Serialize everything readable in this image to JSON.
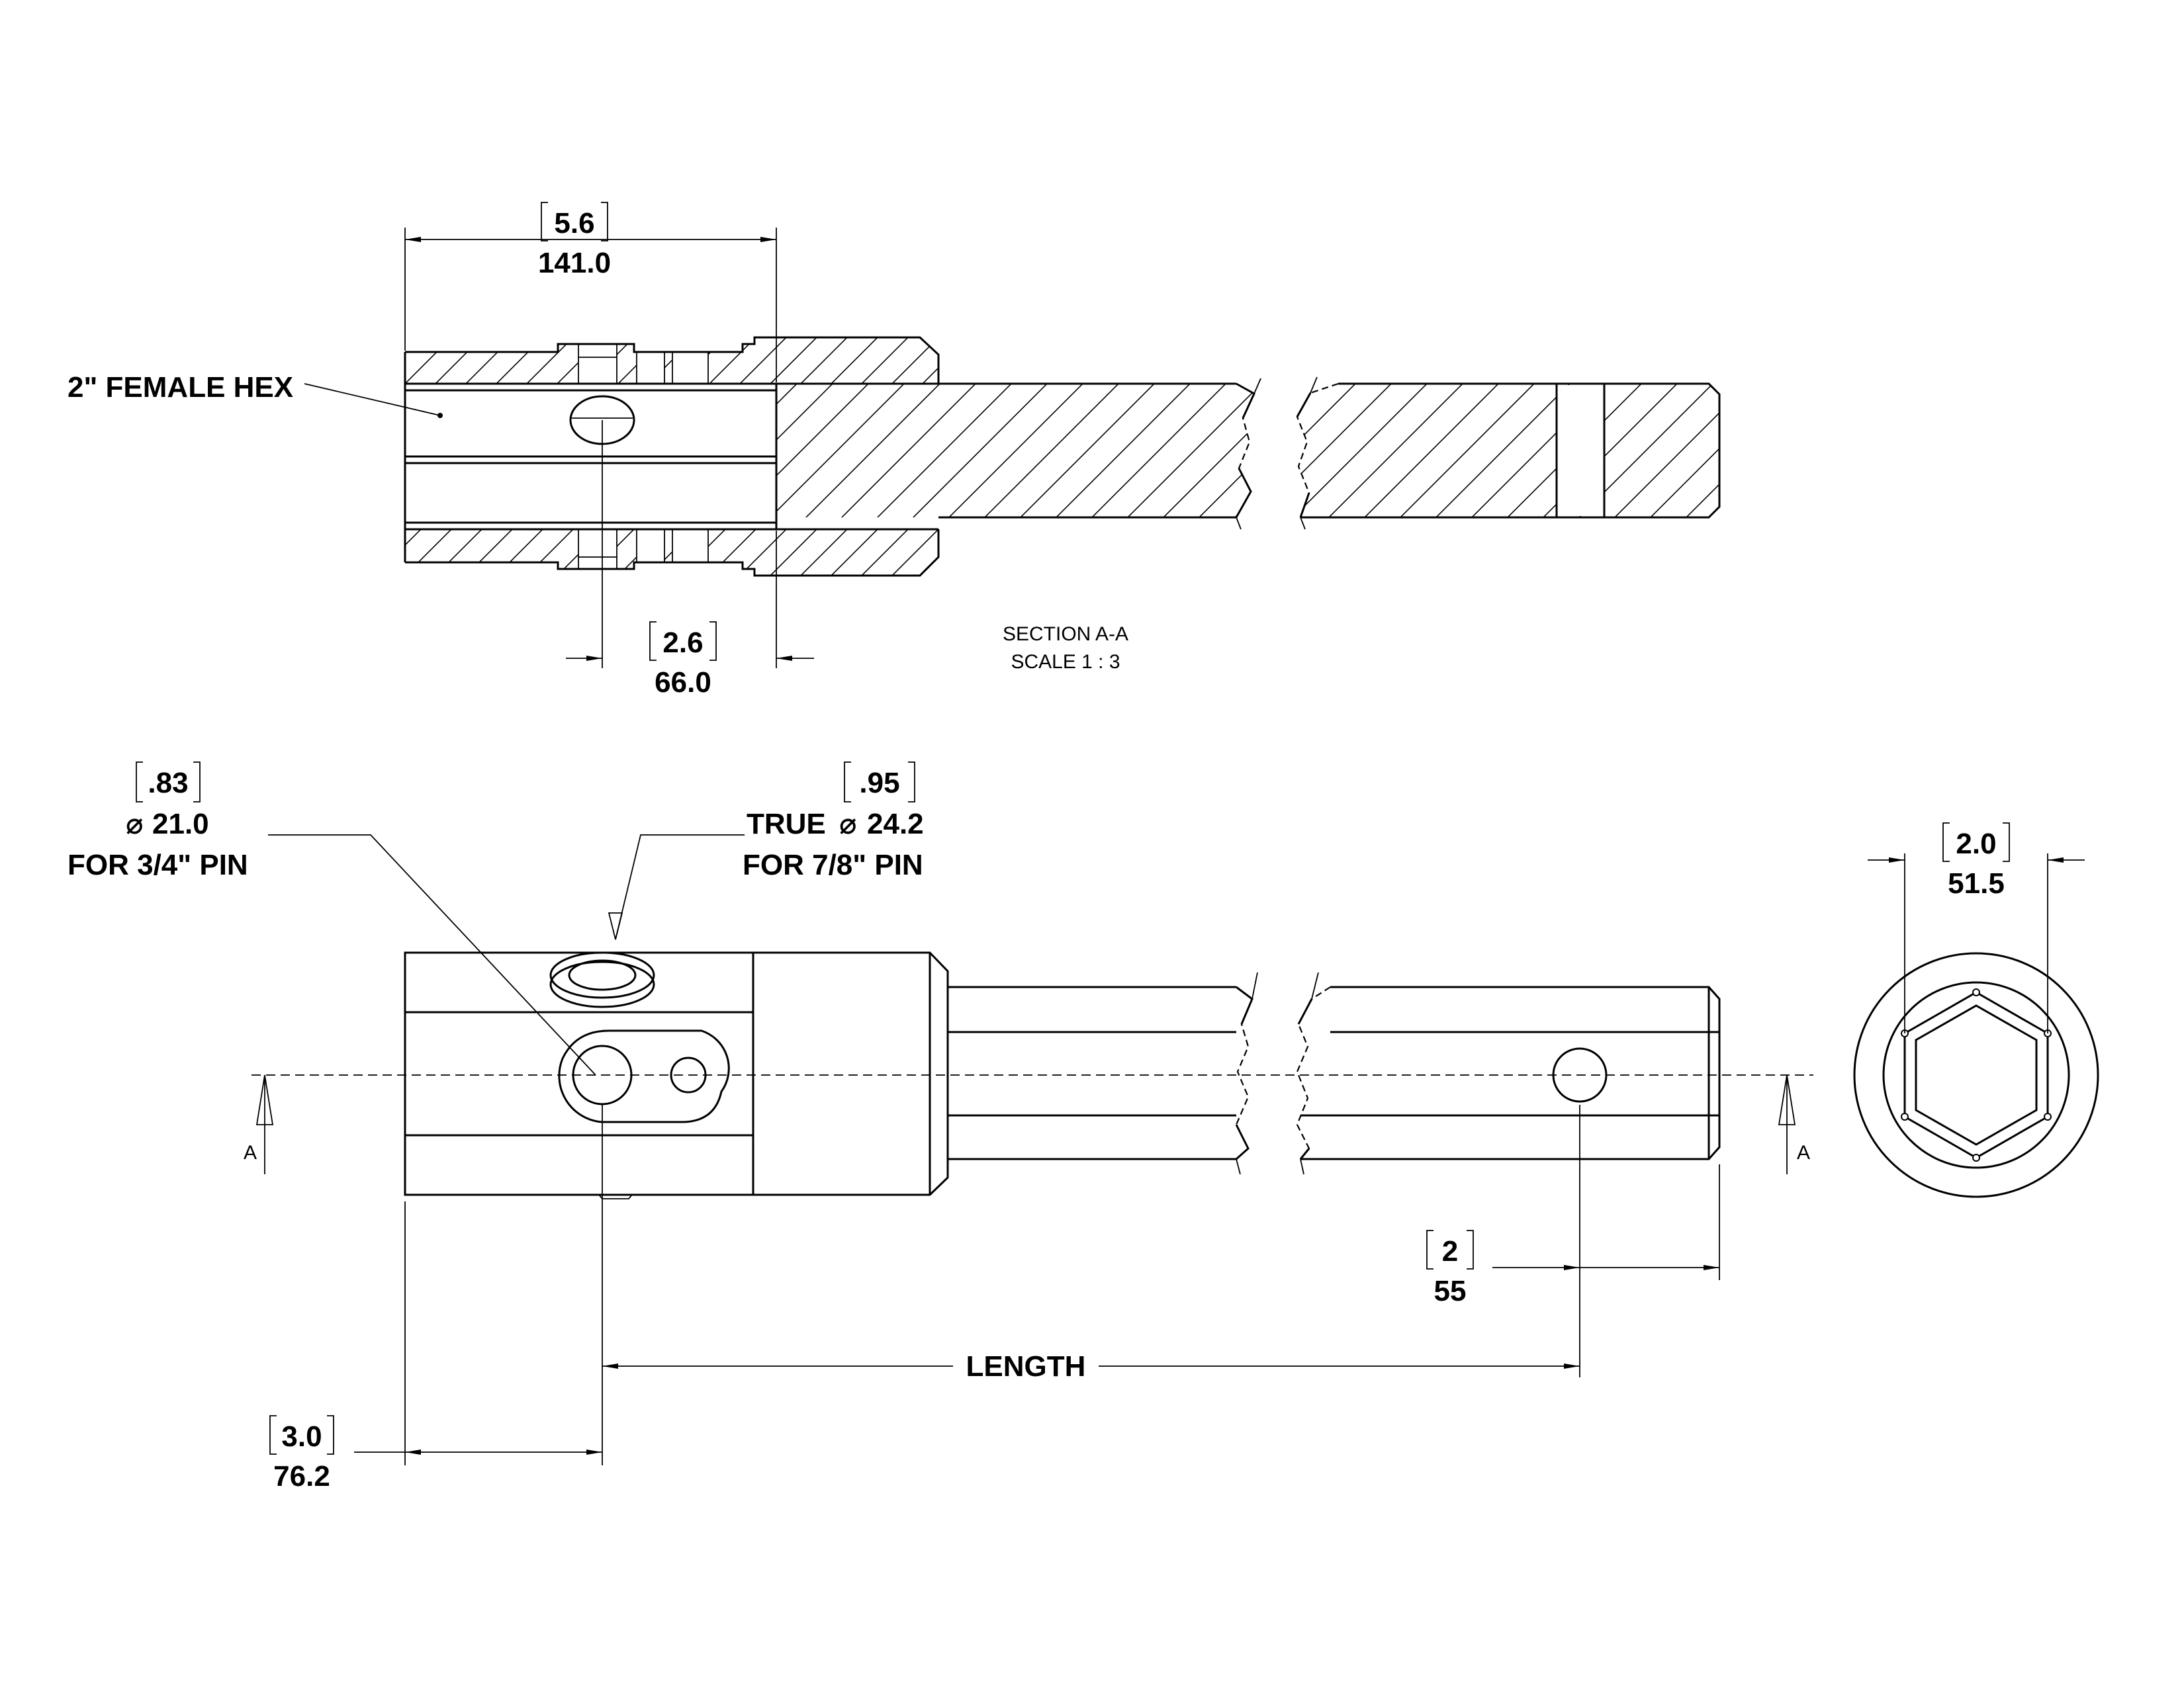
{
  "section_view": {
    "title": "SECTION A-A",
    "scale": "SCALE 1 : 3",
    "note_female_hex": "2\" FEMALE HEX",
    "dim_overall_in": "5.6",
    "dim_overall_mm": "141.0",
    "dim_pin_in": "2.6",
    "dim_pin_mm": "66.0"
  },
  "front_view": {
    "hole_small_in": ".83",
    "hole_small_mm": "21.0",
    "hole_small_note": "FOR 3/4\" PIN",
    "hole_large_prefix": "TRUE",
    "hole_large_in": ".95",
    "hole_large_mm": "24.2",
    "hole_large_note": "FOR 7/8\" PIN",
    "dim_end_in": "3.0",
    "dim_end_mm": "76.2",
    "dim_tip_in": "2",
    "dim_tip_mm": "55",
    "length_label": "LENGTH",
    "section_marker": "A"
  },
  "end_view": {
    "dim_hex_in": "2.0",
    "dim_hex_mm": "51.5"
  },
  "diameter_symbol": "⌀"
}
